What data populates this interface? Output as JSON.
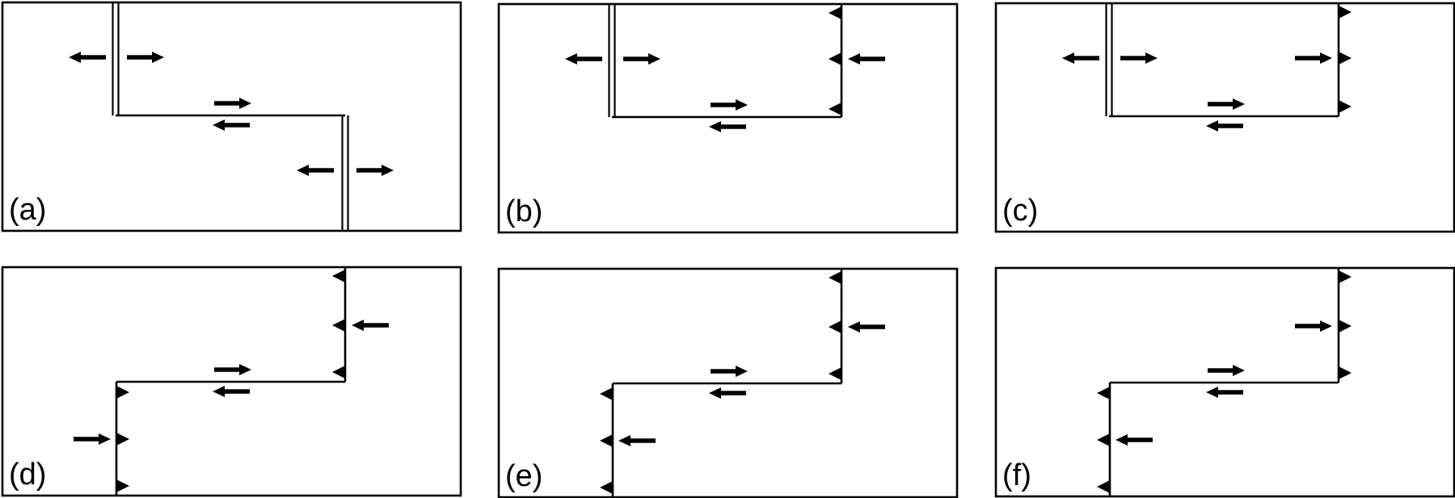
{
  "figure": {
    "panels": [
      {
        "label": "(a)",
        "segments": [
          "ridge",
          "transform",
          "ridge"
        ],
        "transform_arrows": "opposed",
        "ridge_spreading": [
          "spreading",
          "spreading"
        ],
        "subduction_teeth": []
      },
      {
        "label": "(b)",
        "segments": [
          "ridge",
          "transform",
          "trench"
        ],
        "transform_arrows": "opposed",
        "ridge_spreading": [
          "spreading"
        ],
        "subduction_teeth": [
          "left"
        ]
      },
      {
        "label": "(c)",
        "segments": [
          "ridge",
          "transform",
          "trench"
        ],
        "transform_arrows": "opposed",
        "ridge_spreading": [
          "spreading"
        ],
        "subduction_teeth": [
          "right"
        ]
      },
      {
        "label": "(d)",
        "segments": [
          "trench",
          "transform",
          "trench"
        ],
        "transform_arrows": "opposed",
        "subduction_teeth": [
          "right",
          "left"
        ]
      },
      {
        "label": "(e)",
        "segments": [
          "trench",
          "transform",
          "trench"
        ],
        "transform_arrows": "opposed",
        "subduction_teeth": [
          "left",
          "left"
        ]
      },
      {
        "label": "(f)",
        "segments": [
          "trench",
          "transform",
          "trench"
        ],
        "transform_arrows": "opposed",
        "subduction_teeth": [
          "left",
          "right"
        ]
      }
    ]
  }
}
